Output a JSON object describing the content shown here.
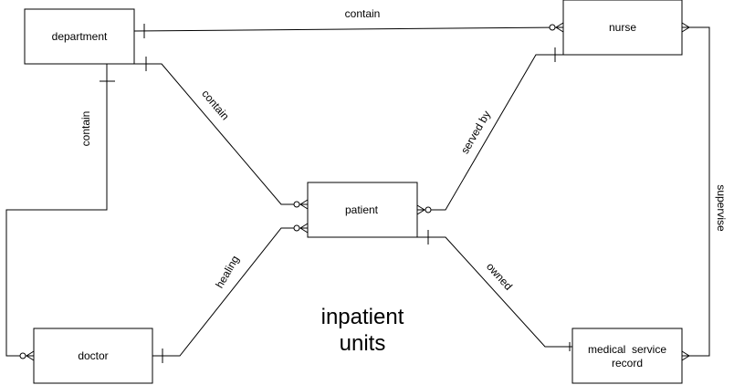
{
  "diagram": {
    "type": "entity-relationship",
    "title": {
      "line1": "inpatient",
      "line2": "units"
    },
    "entities": {
      "department": "department",
      "nurse": "nurse",
      "patient": "patient",
      "doctor": "doctor",
      "record": {
        "line1": "medical  service",
        "line2": "record"
      }
    },
    "relationships": {
      "department_nurse": "contain",
      "department_patient": "contain",
      "department_doctor": "contain",
      "nurse_patient": "served by",
      "nurse_record": "supervise",
      "patient_record": "owned",
      "doctor_patient": "healing"
    },
    "colors": {
      "stroke": "#000000",
      "background": "#ffffff"
    }
  }
}
